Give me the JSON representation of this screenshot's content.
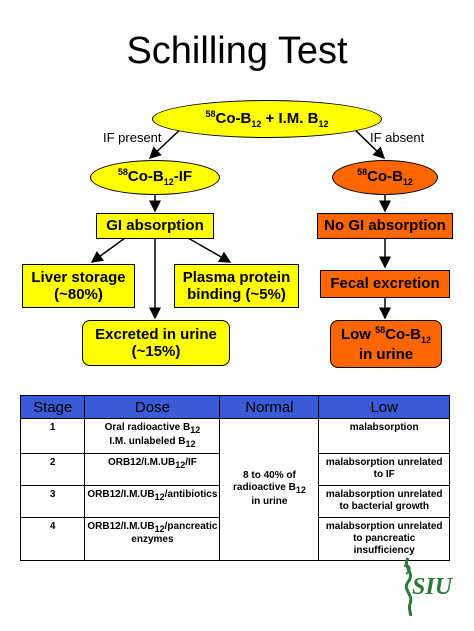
{
  "title": "Schilling Test",
  "nodes": {
    "top": {
      "sup": "58",
      "main": "Co-B",
      "sub": "12",
      "rest": " + I.M. B",
      "sub2": "12"
    },
    "left_ellipse": {
      "sup": "58",
      "main": "Co-B",
      "sub": "12",
      "rest": "-IF"
    },
    "right_ellipse": {
      "sup": "58",
      "main": "Co-B",
      "sub": "12"
    },
    "gi_absorption": "GI absorption",
    "no_gi_absorption": "No GI absorption",
    "liver_storage": {
      "line1": "Liver storage",
      "line2": "(~80%)"
    },
    "plasma_binding": {
      "line1": "Plasma protein",
      "line2": "binding (~5%)"
    },
    "excreted_urine": {
      "line1": "Excreted in urine",
      "line2": "(~15%)"
    },
    "fecal_excretion": "Fecal excretion",
    "low_urine": {
      "pre": "Low ",
      "sup": "58",
      "main": "Co-B",
      "sub": "12",
      "line2": "in urine"
    }
  },
  "edge_labels": {
    "if_present": "IF present",
    "if_absent": "IF absent"
  },
  "table": {
    "headers": [
      "Stage",
      "Dose",
      "Normal",
      "Low"
    ],
    "rows": [
      {
        "stage": "1",
        "dose": {
          "a": "Oral radioactive B",
          "a_sub": "12",
          "b": "I.M. unlabeled B",
          "b_sub": "12"
        },
        "low": "malabsorption"
      },
      {
        "stage": "2",
        "dose": {
          "a": "ORB12/I.M.UB",
          "a_sub": "12",
          "b": "/IF"
        },
        "low": "malabsorption unrelated to IF"
      },
      {
        "stage": "3",
        "dose": {
          "a": "ORB12/I.M.UB",
          "a_sub": "12",
          "b": "/antibiotics"
        },
        "low": "malabsorption unrelated to bacterial growth"
      },
      {
        "stage": "4",
        "dose": {
          "a": "ORB12/I.M.UB",
          "a_sub": "12",
          "b": "/pancreatic enzymes"
        },
        "low": "malabsorption unrelated to pancreatic insufficiency"
      }
    ],
    "normal": {
      "line1": "8 to 40% of",
      "line2": "radioactive B",
      "line2_sub": "12",
      "line3": "in urine"
    }
  },
  "logo_text": "SIU",
  "colors": {
    "yellow": "#ffff00",
    "orange": "#ff6600",
    "header_blue": "#3b5bd6",
    "logo_green": "#2a7a3a"
  }
}
